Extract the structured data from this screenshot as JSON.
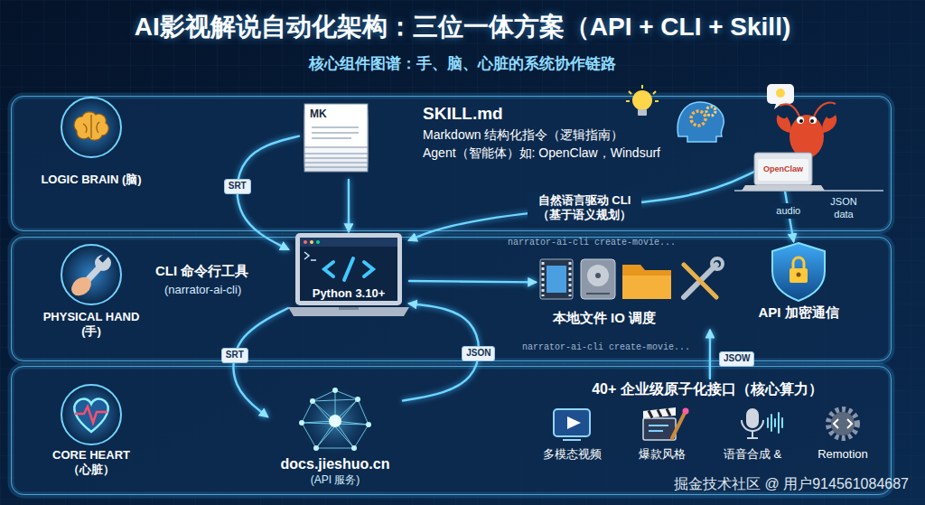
{
  "diagram": {
    "title": "AI影视解说自动化架构：三位一体方案（API + CLI + Skill)",
    "nodes": [
      {
        "text": [
          "LOGIC BRAIN (脑)"
        ]
      },
      {
        "text": [
          "MK"
        ],
        "in": 0
      },
      {
        "text": [
          "OpenClaw"
        ],
        "in": 0
      },
      {
        "text": [
          "PHYSICAL HAND (手)"
        ]
      },
      {
        "text": [
          "Python 3.10+"
        ],
        "in": 3
      },
      {
        "text": [
          "本地文件 IO 调度"
        ],
        "in": 3
      },
      {
        "text": [
          "API 加密通信"
        ],
        "in": 3
      },
      {
        "text": [
          "CORE HEART（心脏）"
        ]
      },
      {
        "text": [
          "docs.jieshuo.cn",
          "(API 服务)"
        ],
        "in": 7
      },
      {
        "text": [
          "40+ 企业级原子化接口（核心算力）"
        ],
        "in": 7
      },
      {
        "text": [
          "多模态视频"
        ],
        "in": 9
      },
      {
        "text": [
          "爆款风格"
        ],
        "in": 9
      },
      {
        "text": [
          "语音合成 &"
        ],
        "in": 9
      },
      {
        "text": [
          "Remotion"
        ],
        "in": 9
      }
    ],
    "edges": [
      {
        "from": 1,
        "to": 4,
        "arrow": "to",
        "label": "SRT"
      },
      {
        "from": 1,
        "to": 4,
        "arrow": "to"
      },
      {
        "from": 2,
        "to": 4,
        "arrow": "to",
        "label": "自然语言驱动 CLI（基于语义规划）"
      },
      {
        "from": 2,
        "to": 6,
        "arrow": "to",
        "label": "audio"
      },
      {
        "from": 4,
        "to": 8,
        "arrow": "to",
        "label": "SRT"
      },
      {
        "from": 8,
        "to": 4,
        "arrow": "to",
        "label": "JSON"
      },
      {
        "from": 4,
        "to": 5,
        "arrow": "to"
      },
      {
        "from": 9,
        "to": 5,
        "arrow": "to"
      }
    ],
    "labels": [
      "核心组件图谱：手、脑、心脏的系统协作链路",
      "SKILL.md",
      "Markdown 结构化指令（逻辑指南）",
      "Agent（智能体）如: OpenClaw，Windsurf",
      "JSON data",
      "CLI 命令行工具",
      "(narrator-ai-cli)",
      "narrator-ai-cli create-movie...",
      "narrator-ai-cli create-movie...",
      "JSOW",
      "掘金技术社区 @ 用户914561084687"
    ]
  }
}
